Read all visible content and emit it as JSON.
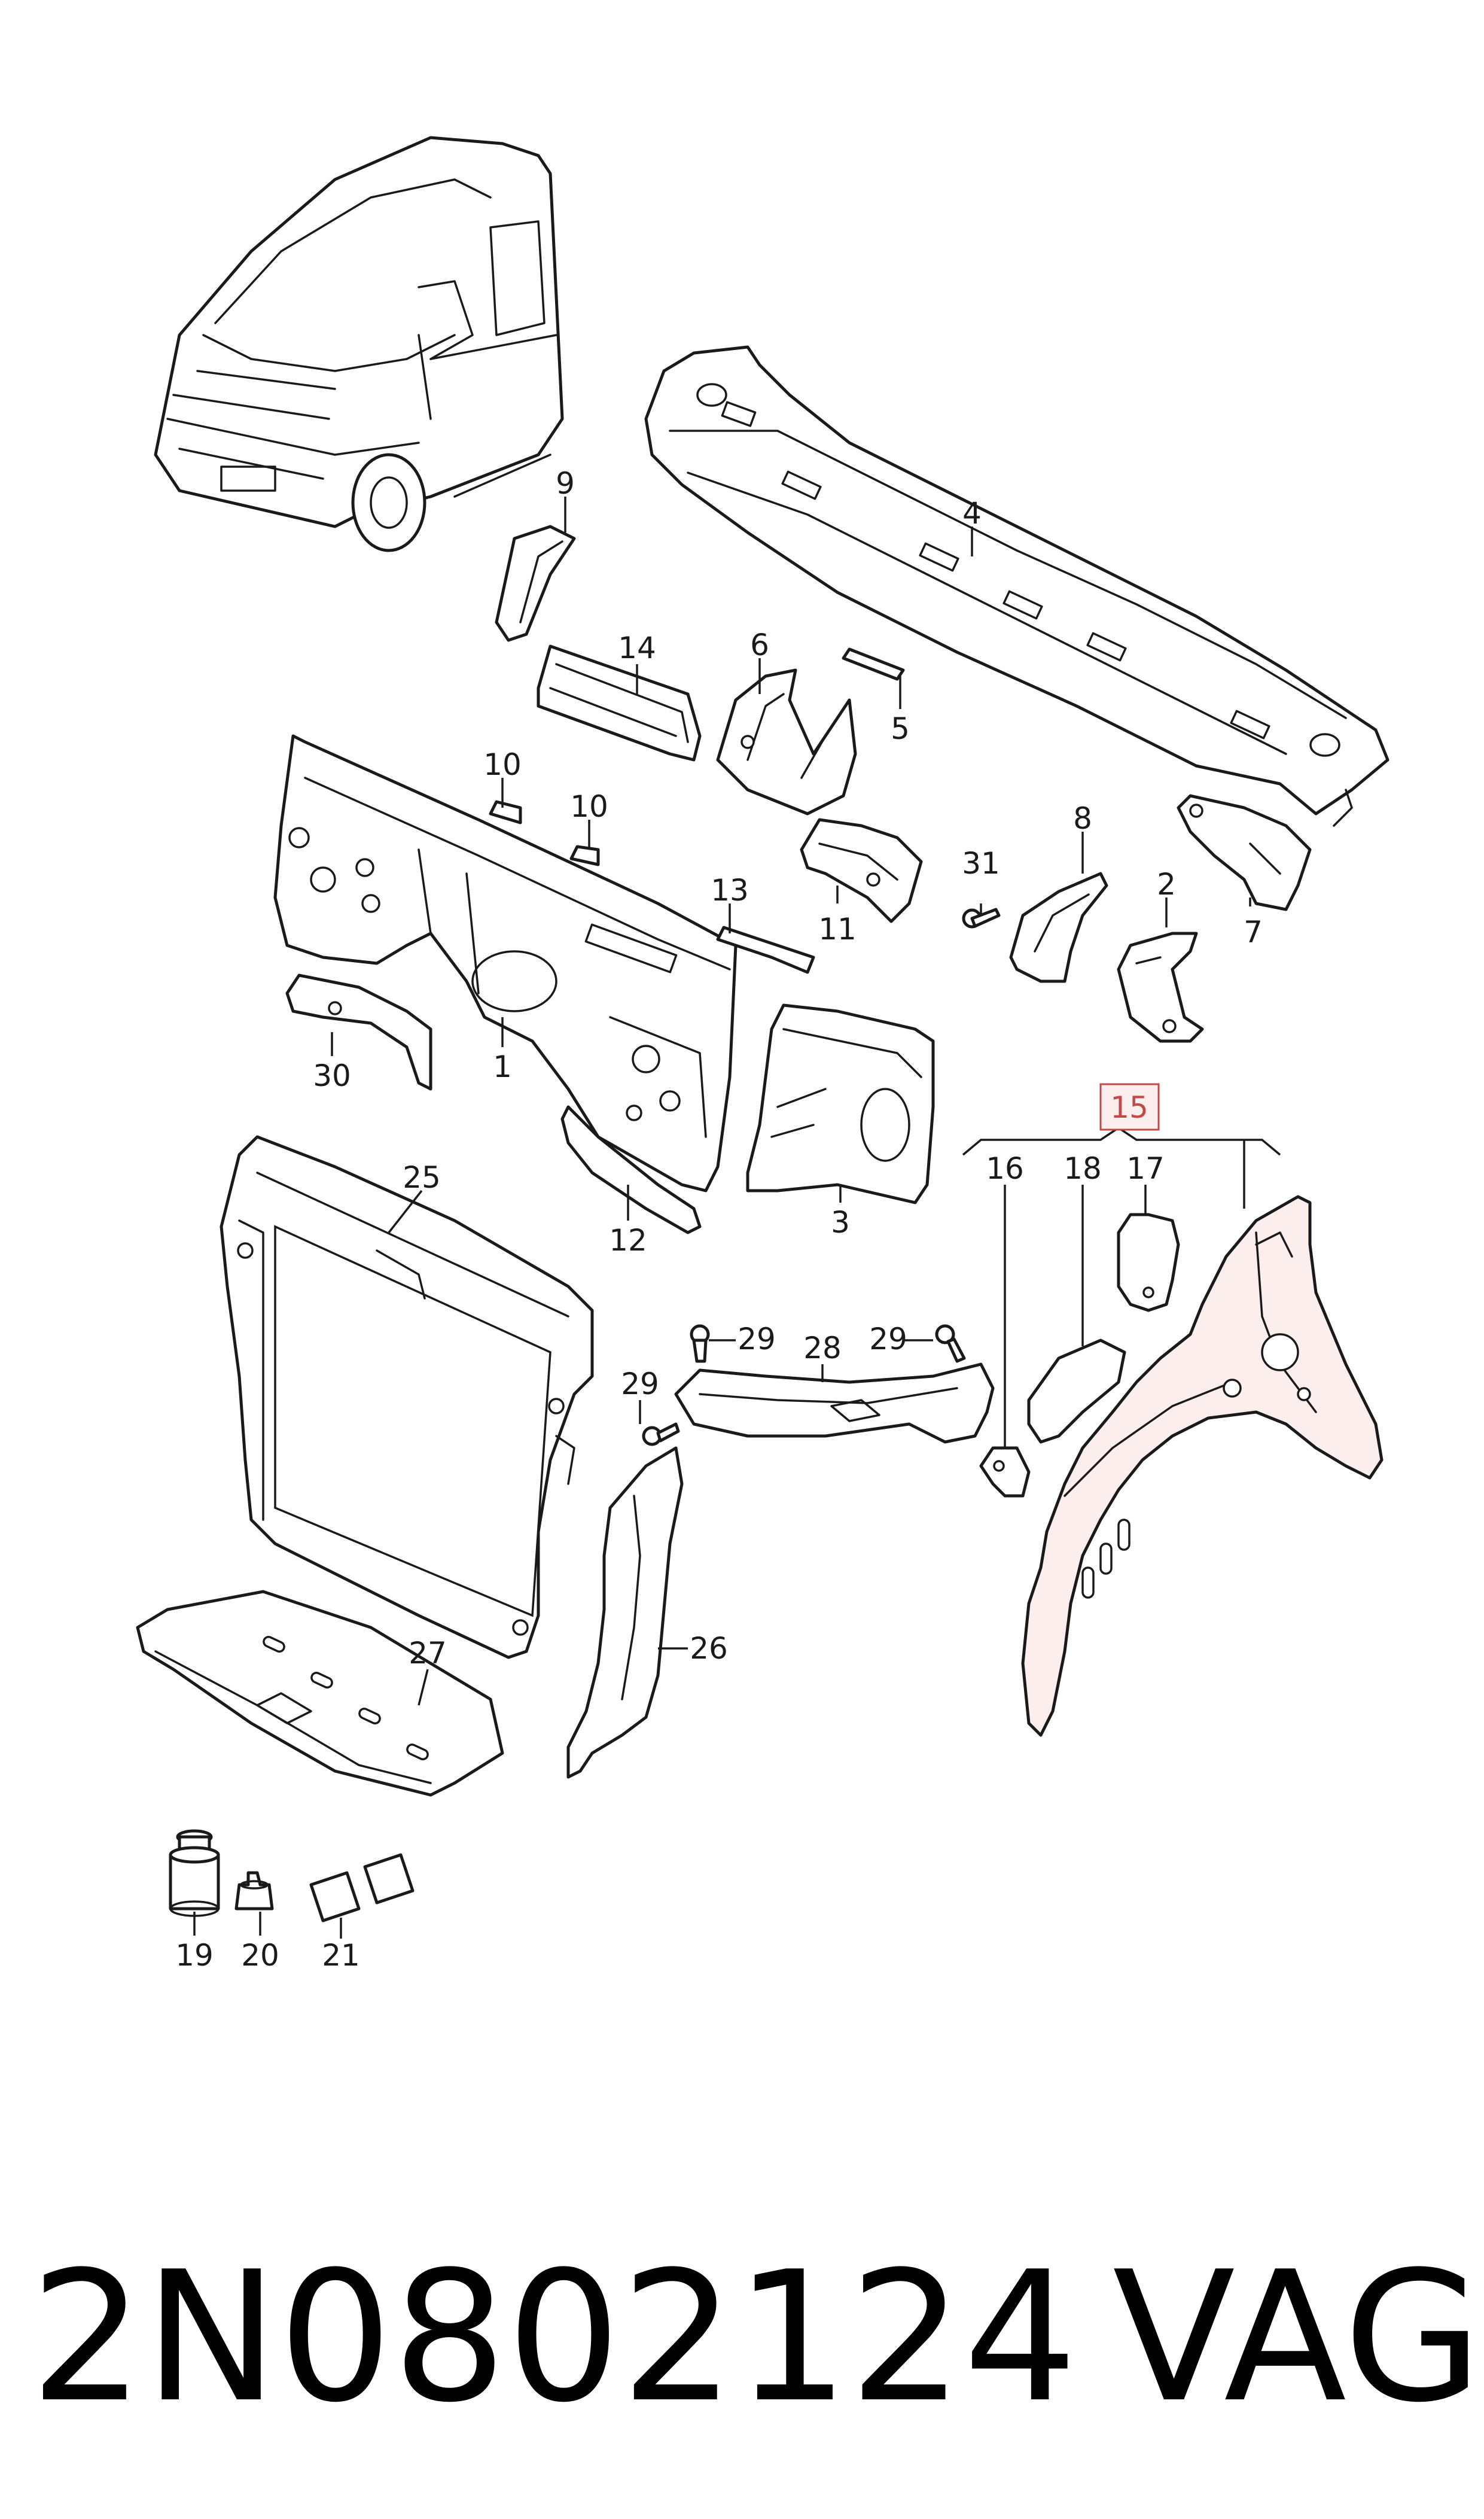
{
  "callouts": [
    {
      "id": "c9",
      "text": "9"
    },
    {
      "id": "c4",
      "text": "4"
    },
    {
      "id": "c14",
      "text": "14"
    },
    {
      "id": "c6",
      "text": "6"
    },
    {
      "id": "c5",
      "text": "5"
    },
    {
      "id": "c10a",
      "text": "10"
    },
    {
      "id": "c10b",
      "text": "10"
    },
    {
      "id": "c13",
      "text": "13"
    },
    {
      "id": "c11",
      "text": "11"
    },
    {
      "id": "c31",
      "text": "31"
    },
    {
      "id": "c8",
      "text": "8"
    },
    {
      "id": "c2",
      "text": "2"
    },
    {
      "id": "c7",
      "text": "7"
    },
    {
      "id": "c30",
      "text": "30"
    },
    {
      "id": "c1",
      "text": "1"
    },
    {
      "id": "c3",
      "text": "3"
    },
    {
      "id": "c12",
      "text": "12"
    },
    {
      "id": "c25",
      "text": "25"
    },
    {
      "id": "c15",
      "text": "15"
    },
    {
      "id": "c16",
      "text": "16"
    },
    {
      "id": "c18",
      "text": "18"
    },
    {
      "id": "c17",
      "text": "17"
    },
    {
      "id": "c29a",
      "text": "29"
    },
    {
      "id": "c29b",
      "text": "29"
    },
    {
      "id": "c29c",
      "text": "29"
    },
    {
      "id": "c28",
      "text": "28"
    },
    {
      "id": "c26",
      "text": "26"
    },
    {
      "id": "c27",
      "text": "27"
    },
    {
      "id": "c19",
      "text": "19"
    },
    {
      "id": "c20",
      "text": "20"
    },
    {
      "id": "c21",
      "text": "21"
    }
  ],
  "footer": {
    "part_number": "2N0802124",
    "brand": "VAG"
  },
  "colors": {
    "highlight_fill": "#fdeeee",
    "highlight_stroke": "#c04a4a",
    "line": "#1a1a1a"
  }
}
